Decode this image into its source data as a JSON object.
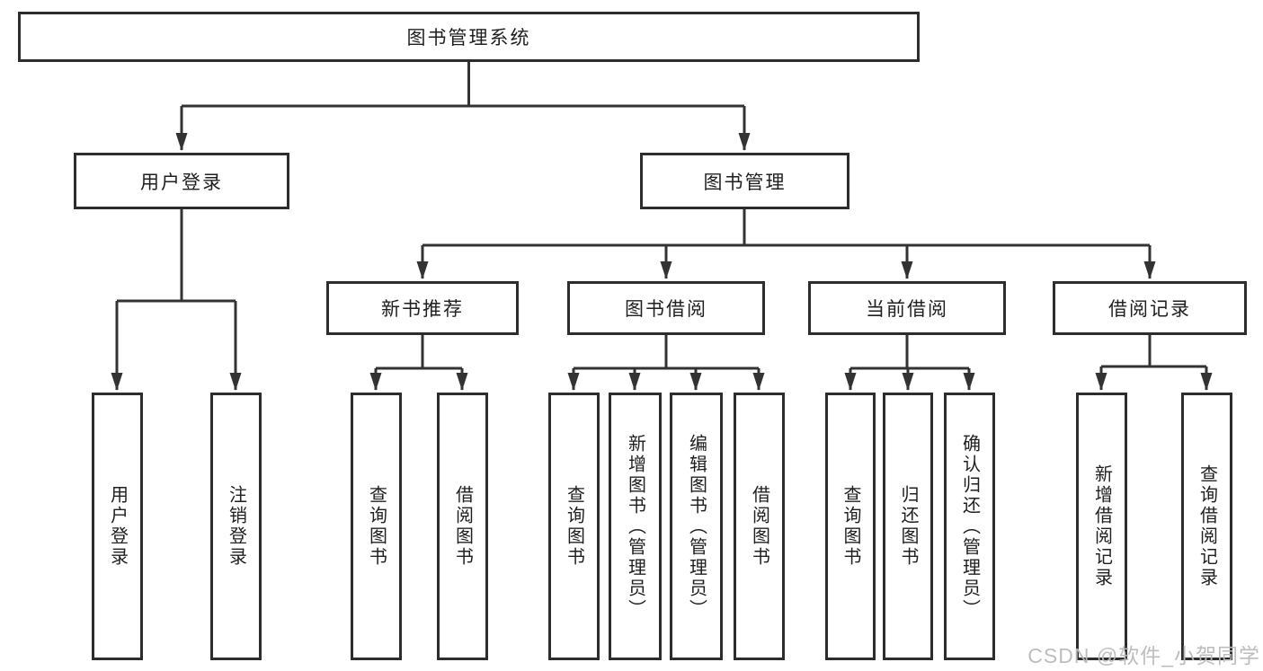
{
  "diagram": {
    "title": "图书管理系统",
    "type": "hierarchy-structure-chart",
    "colors": {
      "line": "#333333",
      "border": "#2d2d2d",
      "text": "#1f1f1f",
      "background": "#ffffff",
      "watermark": "#b9b9b9"
    },
    "nodes": {
      "root": "图书管理系统",
      "user_login": "用户登录",
      "book_mgmt": "图书管理",
      "new_book_rec": "新书推荐",
      "book_borrow": "图书借阅",
      "current_borrow": "当前借阅",
      "borrow_record": "借阅记录",
      "leaf_user_login": "用户登录",
      "leaf_logout": "注销登录",
      "rec_query_book": "查询图书",
      "rec_borrow_book": "借阅图书",
      "bb_query_book": "查询图书",
      "bb_add_book": "新增图书（管理员）",
      "bb_edit_book": "编辑图书（管理员）",
      "bb_borrow_book": "借阅图书",
      "cb_query_book": "查询图书",
      "cb_return_book": "归还图书",
      "cb_confirm_return": "确认归还（管理员）",
      "br_add_record": "新增借阅记录",
      "br_query_record": "查询借阅记录"
    },
    "tree": {
      "图书管理系统": {
        "用户登录": [
          "用户登录",
          "注销登录"
        ],
        "图书管理": {
          "新书推荐": [
            "查询图书",
            "借阅图书"
          ],
          "图书借阅": [
            "查询图书",
            "新增图书（管理员）",
            "编辑图书（管理员）",
            "借阅图书"
          ],
          "当前借阅": [
            "查询图书",
            "归还图书",
            "确认归还（管理员）"
          ],
          "借阅记录": [
            "新增借阅记录",
            "查询借阅记录"
          ]
        }
      }
    },
    "watermark": "CSDN @软件_小贺同学"
  }
}
